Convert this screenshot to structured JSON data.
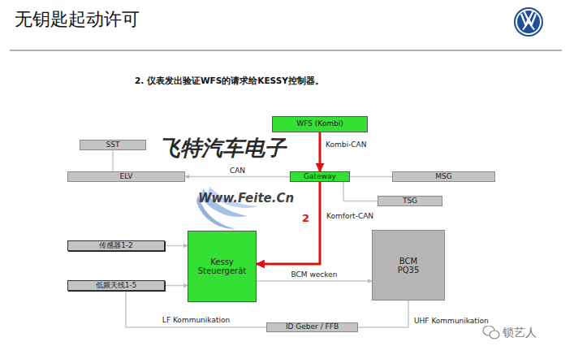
{
  "diagram": {
    "title": "无钥匙起动许可",
    "caption": "2. 仪表发出验证WFS的请求给KESSY控制器。",
    "nodes": [
      {
        "text": [
          "WFS (Kombi)"
        ]
      },
      {
        "text": [
          "SST"
        ]
      },
      {
        "text": [
          "ELV"
        ]
      },
      {
        "text": [
          "Gateway"
        ]
      },
      {
        "text": [
          "MSG"
        ]
      },
      {
        "text": [
          "TSG"
        ]
      },
      {
        "text": [
          "传感器1-2"
        ]
      },
      {
        "text": [
          "Kessy Steuergerät"
        ]
      },
      {
        "text": [
          "BCM PQ35"
        ]
      },
      {
        "text": [
          "低频天线1-5"
        ]
      },
      {
        "text": [
          "ID Geber / FFB"
        ]
      }
    ],
    "edges": [
      {
        "from": 0,
        "to": 3,
        "label": "Kombi-CAN",
        "arrow": "to"
      },
      {
        "from": 3,
        "to": 7,
        "label": "Komfort-CAN",
        "arrow": "to"
      },
      {
        "from": 3,
        "to": 2,
        "label": "CAN",
        "arrow": "to"
      },
      {
        "from": 1,
        "to": 2,
        "arrow": "none"
      },
      {
        "from": 3,
        "to": 4,
        "arrow": "none"
      },
      {
        "from": 3,
        "to": 5,
        "arrow": "none"
      },
      {
        "from": 6,
        "to": 7,
        "arrow": "to"
      },
      {
        "from": 7,
        "to": 8,
        "label": "BCM wecken",
        "arrow": "to"
      },
      {
        "from": 9,
        "to": 7,
        "arrow": "to"
      },
      {
        "from": 9,
        "to": 10,
        "label": "LF Kommunikation",
        "arrow": "none"
      },
      {
        "from": 10,
        "to": 8,
        "label": "UHF Kommunikation",
        "arrow": "none"
      }
    ],
    "labels": [
      "2",
      "飞特汽车电子",
      "Www.Feite.Cn",
      "锁艺人"
    ]
  }
}
